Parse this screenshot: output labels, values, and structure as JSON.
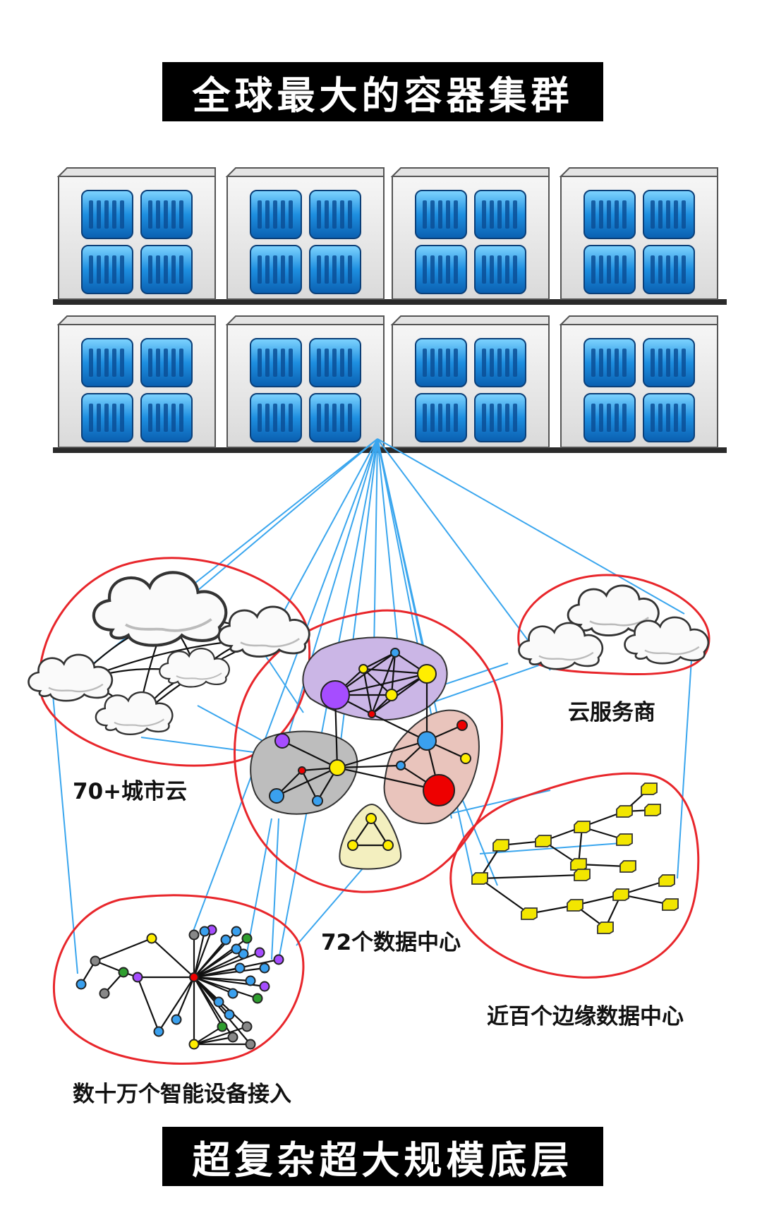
{
  "title_top": "全球最大的容器集群",
  "title_bottom": "超复杂超大规模底层",
  "labels": {
    "cloud_provider": "云服务商",
    "city_cloud": "70+城市云",
    "datacenters": "72个数据中心",
    "edge_datacenters": "近百个边缘数据中心",
    "devices": "数十万个智能设备接入"
  },
  "colors": {
    "container_blue": "#1e8fe0",
    "link_blue": "#3aa6ee",
    "region_red": "#e8262b",
    "node_yellow": "#ffee00",
    "node_purple": "#a64dff",
    "node_red": "#ee0000",
    "node_blue": "#3aa0ee",
    "node_green": "#2e9e2e",
    "node_gray": "#888888",
    "edge_box": "#f2e600"
  },
  "icons": {
    "server_rack": "server-rack-icon",
    "container": "container-icon",
    "cloud": "cloud-icon",
    "edge_node": "edge-box-icon"
  }
}
